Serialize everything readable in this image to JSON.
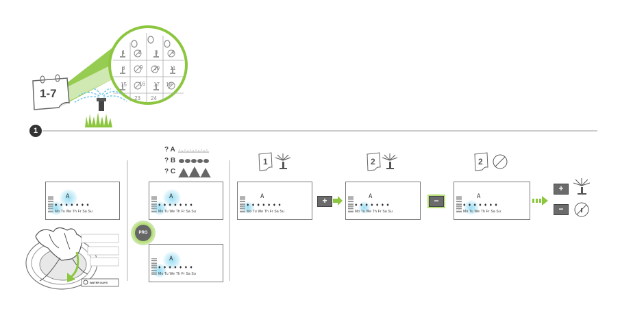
{
  "header": {
    "calendar_label": "1-7",
    "step_number": "1"
  },
  "calendar": {
    "days": [
      "1",
      "2",
      "3",
      "4",
      "8",
      "9",
      "10",
      "11",
      "15",
      "16",
      "17",
      "18",
      "23",
      "24"
    ]
  },
  "lcd": {
    "segment": "A",
    "days": "Mo Tu We Th Fr Sa Su",
    "drops": "♦ ♦ ♦ ♦ ♦ ♦ ♦"
  },
  "options": {
    "a": "? A",
    "b": "? B",
    "c": "? C"
  },
  "day_icons": {
    "one": "1",
    "two": "2",
    "three": "2"
  },
  "buttons": {
    "plus": "+",
    "minus": "−",
    "prg": "PRG"
  },
  "dial": {
    "label": "WATER DAYS"
  },
  "colors": {
    "accent_green": "#8cc63f",
    "glow_blue": "#6cc5e8",
    "line_gray": "#777777"
  }
}
